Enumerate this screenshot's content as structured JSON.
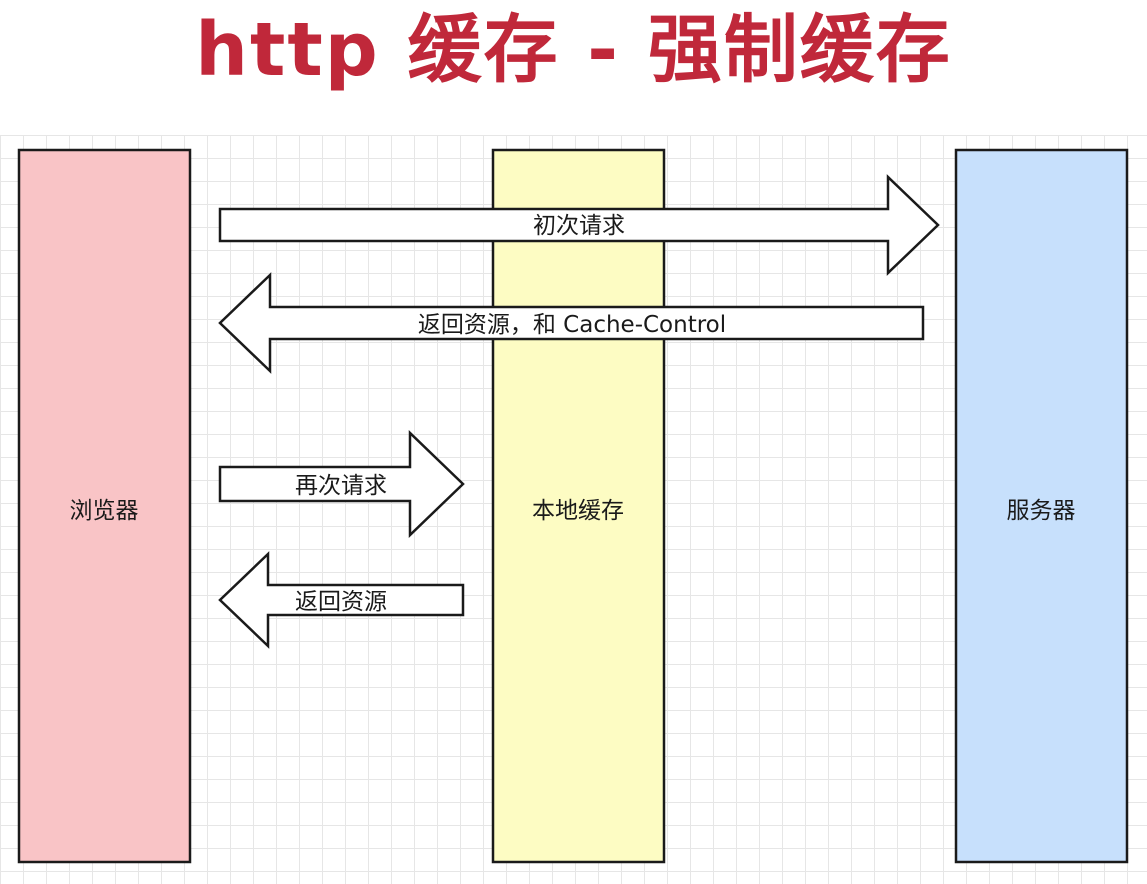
{
  "title": "http 缓存 - 强制缓存",
  "lanes": {
    "browser": {
      "label": "浏览器",
      "fill": "#f9c4c6"
    },
    "cache": {
      "label": "本地缓存",
      "fill": "#fdfcc3"
    },
    "server": {
      "label": "服务器",
      "fill": "#c7e0fc"
    }
  },
  "arrows": {
    "first_request": "初次请求",
    "return_with_cache_control": "返回资源，和 Cache-Control",
    "second_request": "再次请求",
    "return_resource": "返回资源"
  },
  "colors": {
    "title": "#c0283a",
    "stroke": "#1a1a1a",
    "arrow_fill": "#ffffff"
  }
}
